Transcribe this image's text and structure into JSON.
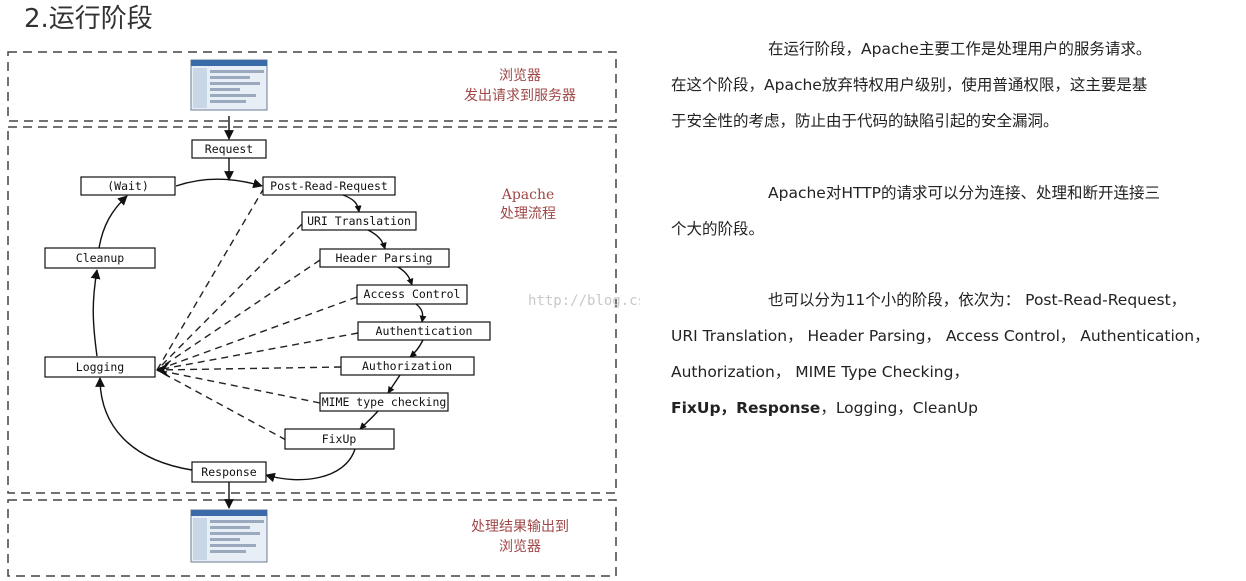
{
  "title": "2.运行阶段",
  "diagram": {
    "browser_request": [
      "浏览器",
      "发出请求到服务器"
    ],
    "apache_flow": [
      "Apache",
      "处理流程"
    ],
    "result_output": [
      "处理结果输出到",
      "浏览器"
    ],
    "watermark": "http://blog.csdn.net/",
    "boxes": {
      "request": "Request",
      "wait": "(Wait)",
      "post_read_request": "Post-Read-Request",
      "uri_translation": "URI Translation",
      "header_parsing": "Header Parsing",
      "access_control": "Access Control",
      "cleanup": "Cleanup",
      "authentication": "Authentication",
      "logging": "Logging",
      "authorization": "Authorization",
      "mime_type_checking": "MIME type checking",
      "fixup": "FixUp",
      "response": "Response"
    }
  },
  "text": {
    "p1_line1": "在运行阶段，Apache主要工作是处理用户的服务请求。",
    "p1_line2": "在这个阶段，Apache放弃特权用户级别，使用普通权限，这主要是基",
    "p1_line3": "于安全性的考虑，防止由于代码的缺陷引起的安全漏洞。",
    "p2_line1": "Apache对HTTP的请求可以分为连接、处理和断开连接三",
    "p2_line2": "个大的阶段。",
    "p3_line1": "也可以分为11个小的阶段，依次为： Post-Read-Request，",
    "p3_line2": "URI Translation， Header Parsing， Access Control， Authentication，",
    "p3_line3": "Authorization， MIME Type Checking，",
    "p3_bold1": "FixUp",
    "p3_sep1": "，",
    "p3_bold2": "Response",
    "p3_rest": "，Logging，CleanUp"
  }
}
